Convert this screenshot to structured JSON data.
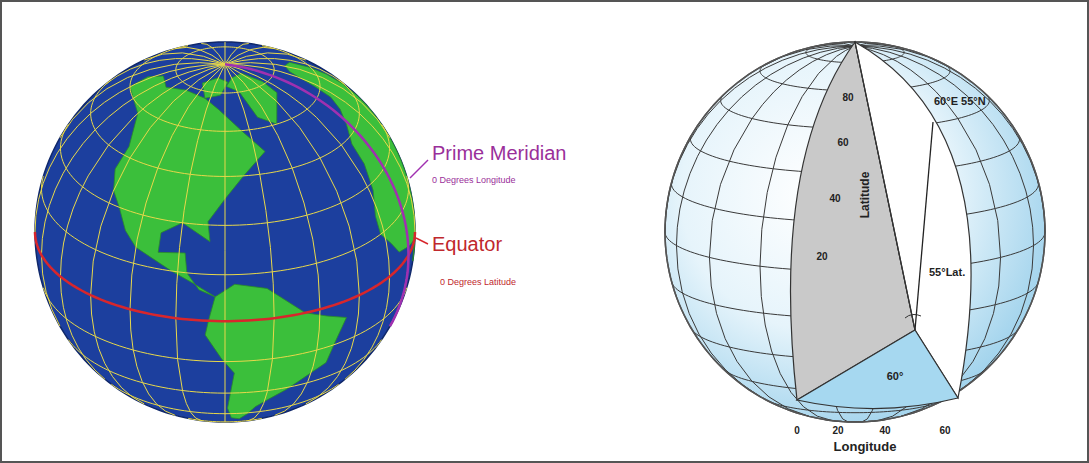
{
  "diagram": {
    "labels": [
      "Prime Meridian",
      "0 Degrees Longitude",
      "Equator",
      "0 Degrees Latitude",
      "80",
      "60",
      "40",
      "20",
      "Latitude",
      "60°E 55°N",
      "55°Lat.",
      "60°",
      "0",
      "20",
      "40",
      "60",
      "Longitude"
    ]
  }
}
